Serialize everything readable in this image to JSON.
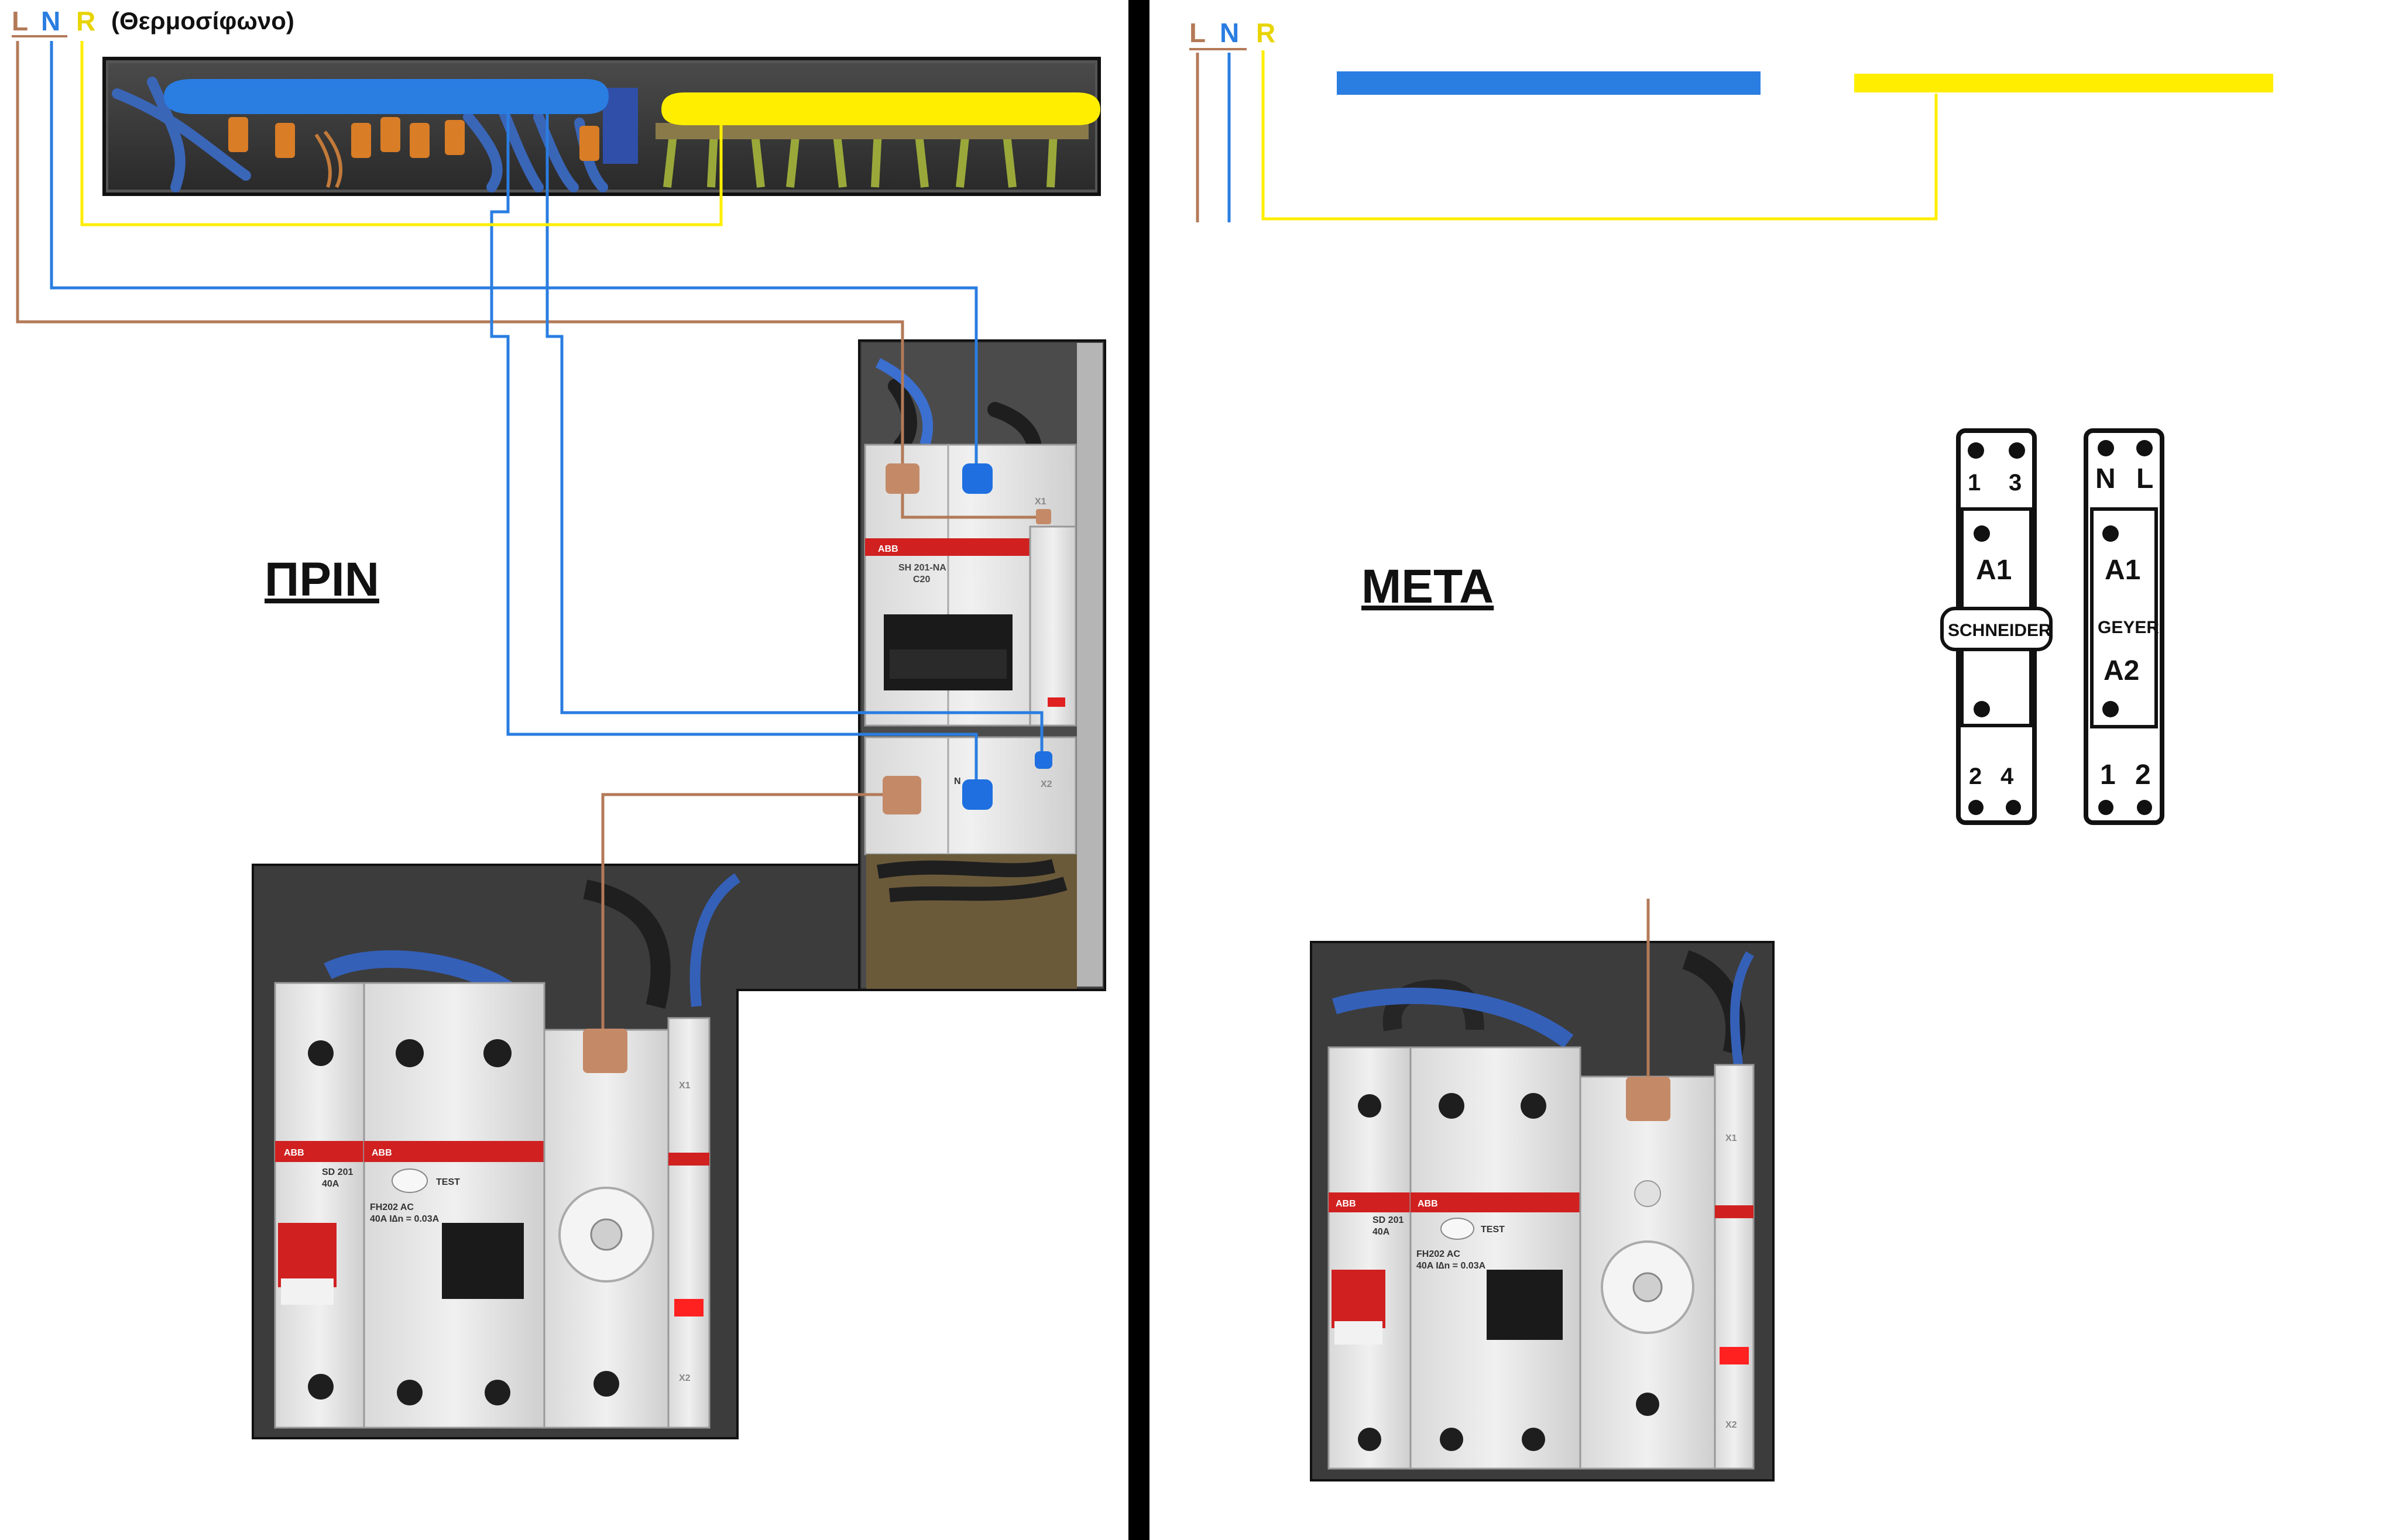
{
  "before": {
    "title": "ΠΡΙΝ",
    "legend": {
      "l": "L",
      "n": "N",
      "r": "R",
      "note": "(Θερμοσίφωνο)"
    }
  },
  "after": {
    "title": "ΜΕΤΑ",
    "legend": {
      "l": "L",
      "n": "N",
      "r": "R"
    }
  },
  "relays": {
    "schneider": {
      "brand": "SCHNEIDER",
      "top_terminals": [
        "1",
        "3"
      ],
      "coil": "A1",
      "bottom_terminals": [
        "2",
        "4"
      ]
    },
    "geyer": {
      "brand": "GEYER",
      "top_terminals": [
        "N",
        "L"
      ],
      "coil_top": "A1",
      "coil_bottom": "A2",
      "bottom_terminals": [
        "1",
        "2"
      ]
    }
  },
  "device_labels": {
    "brand": "ABB",
    "mcb_model": "SH 201-NA",
    "mcb_rating": "C20",
    "isolator_model": "SD 201",
    "isolator_rating": "40A",
    "rcd_model": "FH202 AC",
    "rcd_rating": "40A I∆n = 0.03A",
    "test": "TEST",
    "x1": "X1",
    "x2": "X2",
    "n_mark": "N"
  },
  "colors": {
    "live": "#b37a58",
    "neutral": "#2a7de1",
    "relay": "#ffee00",
    "divider": "#000000",
    "pad_live": "#c48a68",
    "pad_neutral": "#1f6fe0"
  }
}
